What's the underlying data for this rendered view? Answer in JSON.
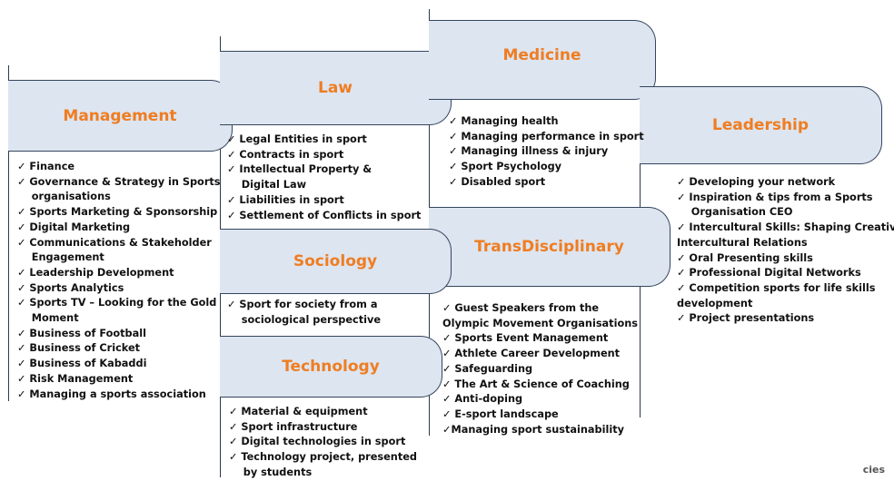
{
  "management": {
    "title": "Management",
    "items": [
      "✓ Finance",
      "✓ Governance & Strategy in Sports",
      "    organisations",
      "✓ Sports Marketing & Sponsorship",
      "✓ Digital Marketing",
      "✓ Communications & Stakeholder",
      "    Engagement",
      "✓ Leadership Development",
      "✓ Sports Analytics",
      "✓ Sports TV – Looking for the Gold",
      "    Moment",
      "✓ Business of Football",
      "✓ Business of Cricket",
      "✓ Business of Kabaddi",
      "✓ Risk Management",
      "✓ Managing a sports association"
    ]
  },
  "law": {
    "title": "Law",
    "items": [
      "✓ Legal Entities in sport",
      "✓ Contracts in sport",
      "✓ Intellectual Property &",
      "    Digital Law",
      "✓ Liabilities in sport",
      "✓ Settlement of Conflicts in sport"
    ]
  },
  "medicine": {
    "title": "Medicine",
    "items": [
      "✓ Managing health",
      "✓ Managing performance in sport",
      "✓ Managing illness & injury",
      "✓ Sport Psychology",
      "✓ Disabled sport"
    ]
  },
  "leadership": {
    "title": "Leadership",
    "items": [
      "✓ Developing your network",
      "✓ Inspiration & tips from a Sports",
      "    Organisation CEO",
      "✓ Intercultural Skills: Shaping Creative",
      "Intercultural Relations",
      "✓ Oral Presenting skills",
      "✓ Professional Digital Networks",
      "✓ Competition sports for life skills",
      "development",
      "✓ Project presentations"
    ]
  },
  "sociology": {
    "title": "Sociology",
    "items": [
      "✓ Sport for society from a",
      "    sociological perspective"
    ]
  },
  "technology": {
    "title": "Technology",
    "items": [
      "✓ Material & equipment",
      "✓ Sport infrastructure",
      "✓ Digital technologies in sport",
      "✓ Technology project, presented",
      "    by students"
    ]
  },
  "transdisciplinary": {
    "title": "TransDisciplinary",
    "items": [
      "✓ Guest Speakers from the",
      "Olympic Movement Organisations",
      "✓ Sports Event Management",
      "✓ Athlete Career Development",
      "✓ Safeguarding",
      "✓ The Art & Science of Coaching",
      "✓ Anti-doping",
      "✓ E-sport landscape",
      "✓Managing sport sustainability"
    ]
  },
  "logo_text": "cies"
}
